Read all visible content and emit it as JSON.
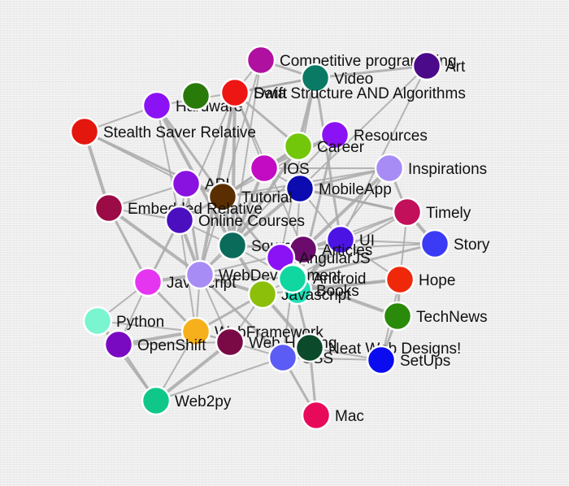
{
  "graph": {
    "nodes": [
      {
        "id": "competitive-programming",
        "label": "Competitive programming",
        "color": "#b0109f"
      },
      {
        "id": "art",
        "label": "Art",
        "color": "#4b0a8a"
      },
      {
        "id": "video",
        "label": "Video",
        "color": "#0a7a65"
      },
      {
        "id": "hardware",
        "label": "Hardware",
        "color": "#8a12f5"
      },
      {
        "id": "hardware-bg",
        "label": "",
        "color": "#2a7a0a"
      },
      {
        "id": "swift",
        "label": "Swift",
        "color": "#ee1515"
      },
      {
        "id": "data-structure",
        "label": "Data Structure AND Algorithms",
        "color": "#ee1515"
      },
      {
        "id": "stealth-saver",
        "label": "Stealth Saver Relative",
        "color": "#e3170d"
      },
      {
        "id": "resources",
        "label": "Resources",
        "color": "#8a12f5"
      },
      {
        "id": "career",
        "label": "Career",
        "color": "#72c70a"
      },
      {
        "id": "inspirations",
        "label": "Inspirations",
        "color": "#a78cf5"
      },
      {
        "id": "ios",
        "label": "IOS",
        "color": "#c20bc2"
      },
      {
        "id": "api",
        "label": "API",
        "color": "#8a12e0"
      },
      {
        "id": "mobileapp",
        "label": "MobileApp",
        "color": "#0b0bb0"
      },
      {
        "id": "tutorial",
        "label": "Tutorial",
        "color": "#5a2e00"
      },
      {
        "id": "embedded",
        "label": "Embedded Relative",
        "color": "#9b0b45"
      },
      {
        "id": "timely",
        "label": "Timely",
        "color": "#c2105a"
      },
      {
        "id": "online-courses",
        "label": "Online Courses",
        "color": "#4b0fbf"
      },
      {
        "id": "ui",
        "label": "UI",
        "color": "#4b14e5"
      },
      {
        "id": "story",
        "label": "Story",
        "color": "#3b3bf5"
      },
      {
        "id": "source",
        "label": "Source",
        "color": "#0a6b5b"
      },
      {
        "id": "articles",
        "label": "Articles",
        "color": "#6b0b6b"
      },
      {
        "id": "angularjs",
        "label": "AngularJS",
        "color": "#8a12f5"
      },
      {
        "id": "android",
        "label": "Android",
        "color": "#f51faf"
      },
      {
        "id": "hope",
        "label": "Hope",
        "color": "#f0280a"
      },
      {
        "id": "javascript-left",
        "label": "Javascript",
        "color": "#e535f0"
      },
      {
        "id": "webdevelopment",
        "label": "WebDevelopment",
        "color": "#a88cf5"
      },
      {
        "id": "books",
        "label": "Books",
        "color": "#1be0b5"
      },
      {
        "id": "javascript-mid",
        "label": "Javascript",
        "color": "#8cbf0a"
      },
      {
        "id": "books-teal",
        "label": "",
        "color": "#10d6a0"
      },
      {
        "id": "technews",
        "label": "TechNews",
        "color": "#2a8a0a"
      },
      {
        "id": "python",
        "label": "Python",
        "color": "#7af5d0"
      },
      {
        "id": "webframework",
        "label": "WebFramework",
        "color": "#f5b01b"
      },
      {
        "id": "openshift",
        "label": "OpenShift",
        "color": "#7a0ac2"
      },
      {
        "id": "web-hosting",
        "label": "Web Hosting",
        "color": "#7a0a45"
      },
      {
        "id": "css",
        "label": "CSS",
        "color": "#5b5bf5"
      },
      {
        "id": "neat-web-designs",
        "label": "Neat Web Designs!",
        "color": "#0b4a2a"
      },
      {
        "id": "setups",
        "label": "SetUps",
        "color": "#0b0bf0"
      },
      {
        "id": "web2py",
        "label": "Web2py",
        "color": "#10c78a"
      },
      {
        "id": "mac",
        "label": "Mac",
        "color": "#e80a5a"
      }
    ],
    "edges": [
      [
        "stealth-saver",
        "embedded"
      ],
      [
        "stealth-saver",
        "hardware"
      ],
      [
        "stealth-saver",
        "api"
      ],
      [
        "stealth-saver",
        "tutorial"
      ],
      [
        "embedded",
        "online-courses"
      ],
      [
        "embedded",
        "webdevelopment"
      ],
      [
        "embedded",
        "javascript-left"
      ],
      [
        "embedded",
        "api"
      ],
      [
        "hardware",
        "swift"
      ],
      [
        "hardware",
        "tutorial"
      ],
      [
        "hardware",
        "source"
      ],
      [
        "hardware",
        "online-courses"
      ],
      [
        "swift",
        "video"
      ],
      [
        "swift",
        "competitive-programming"
      ],
      [
        "swift",
        "ios"
      ],
      [
        "swift",
        "source"
      ],
      [
        "data-structure",
        "video"
      ],
      [
        "data-structure",
        "articles"
      ],
      [
        "data-structure",
        "career"
      ],
      [
        "data-structure",
        "online-courses"
      ],
      [
        "data-structure",
        "webdevelopment"
      ],
      [
        "competitive-programming",
        "video"
      ],
      [
        "competitive-programming",
        "source"
      ],
      [
        "competitive-programming",
        "tutorial"
      ],
      [
        "video",
        "ui"
      ],
      [
        "video",
        "career"
      ],
      [
        "video",
        "angularjs"
      ],
      [
        "video",
        "art"
      ],
      [
        "art",
        "mobileapp"
      ],
      [
        "art",
        "ui"
      ],
      [
        "resources",
        "ios"
      ],
      [
        "resources",
        "tutorial"
      ],
      [
        "resources",
        "webdevelopment"
      ],
      [
        "resources",
        "books"
      ],
      [
        "career",
        "ios"
      ],
      [
        "career",
        "source"
      ],
      [
        "career",
        "tutorial"
      ],
      [
        "inspirations",
        "ios"
      ],
      [
        "inspirations",
        "tutorial"
      ],
      [
        "inspirations",
        "mobileapp"
      ],
      [
        "inspirations",
        "articles"
      ],
      [
        "inspirations",
        "books"
      ],
      [
        "inspirations",
        "timely"
      ],
      [
        "ios",
        "mobileapp"
      ],
      [
        "ios",
        "tutorial"
      ],
      [
        "ios",
        "source"
      ],
      [
        "api",
        "tutorial"
      ],
      [
        "api",
        "online-courses"
      ],
      [
        "api",
        "webdevelopment"
      ],
      [
        "mobileapp",
        "tutorial"
      ],
      [
        "mobileapp",
        "source"
      ],
      [
        "mobileapp",
        "timely"
      ],
      [
        "mobileapp",
        "ui"
      ],
      [
        "mobileapp",
        "android"
      ],
      [
        "tutorial",
        "online-courses"
      ],
      [
        "tutorial",
        "source"
      ],
      [
        "tutorial",
        "webdevelopment"
      ],
      [
        "tutorial",
        "books"
      ],
      [
        "timely",
        "ui"
      ],
      [
        "timely",
        "articles"
      ],
      [
        "timely",
        "story"
      ],
      [
        "timely",
        "books-teal"
      ],
      [
        "timely",
        "hope"
      ],
      [
        "timely",
        "mobileapp"
      ],
      [
        "online-courses",
        "source"
      ],
      [
        "online-courses",
        "webdevelopment"
      ],
      [
        "online-courses",
        "javascript-left"
      ],
      [
        "online-courses",
        "webframework"
      ],
      [
        "ui",
        "story"
      ],
      [
        "ui",
        "articles"
      ],
      [
        "ui",
        "books"
      ],
      [
        "ui",
        "hope"
      ],
      [
        "source",
        "articles"
      ],
      [
        "source",
        "webdevelopment"
      ],
      [
        "source",
        "books-teal"
      ],
      [
        "source",
        "javascript-mid"
      ],
      [
        "articles",
        "story"
      ],
      [
        "articles",
        "books"
      ],
      [
        "articles",
        "angularjs"
      ],
      [
        "articles",
        "webdevelopment"
      ],
      [
        "hope",
        "books"
      ],
      [
        "hope",
        "technews"
      ],
      [
        "hope",
        "setups"
      ],
      [
        "hope",
        "javascript-mid"
      ],
      [
        "story",
        "books-teal"
      ],
      [
        "javascript-left",
        "webdevelopment"
      ],
      [
        "javascript-left",
        "python"
      ],
      [
        "javascript-left",
        "webframework"
      ],
      [
        "javascript-left",
        "openshift"
      ],
      [
        "webdevelopment",
        "books-teal"
      ],
      [
        "webdevelopment",
        "javascript-mid"
      ],
      [
        "webdevelopment",
        "webframework"
      ],
      [
        "webdevelopment",
        "web-hosting"
      ],
      [
        "webdevelopment",
        "css"
      ],
      [
        "books-teal",
        "javascript-mid"
      ],
      [
        "books-teal",
        "technews"
      ],
      [
        "books-teal",
        "neat-web-designs"
      ],
      [
        "books-teal",
        "css"
      ],
      [
        "javascript-mid",
        "web-hosting"
      ],
      [
        "javascript-mid",
        "webframework"
      ],
      [
        "javascript-mid",
        "neat-web-designs"
      ],
      [
        "python",
        "webframework"
      ],
      [
        "python",
        "openshift"
      ],
      [
        "python",
        "web2py"
      ],
      [
        "webframework",
        "web2py"
      ],
      [
        "webframework",
        "openshift"
      ],
      [
        "webframework",
        "web-hosting"
      ],
      [
        "webframework",
        "css"
      ],
      [
        "openshift",
        "web2py"
      ],
      [
        "openshift",
        "web-hosting"
      ],
      [
        "css",
        "neat-web-designs"
      ],
      [
        "css",
        "mac"
      ],
      [
        "css",
        "setups"
      ],
      [
        "neat-web-designs",
        "setups"
      ],
      [
        "neat-web-designs",
        "mac"
      ],
      [
        "web2py",
        "web-hosting"
      ],
      [
        "web2py",
        "css"
      ],
      [
        "technews",
        "setups"
      ]
    ]
  }
}
